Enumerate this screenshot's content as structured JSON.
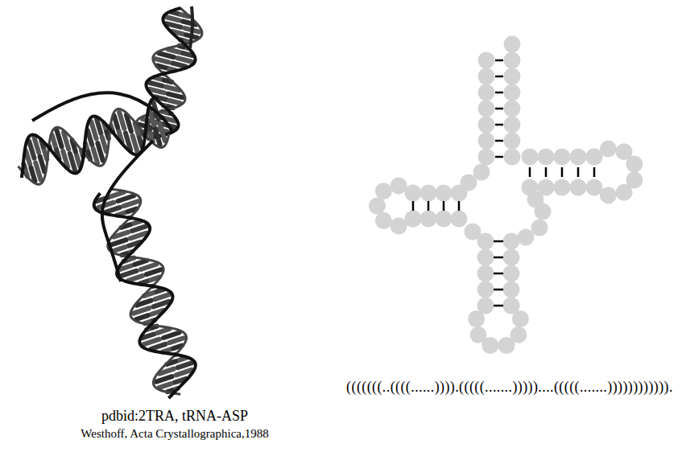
{
  "diagram": {
    "labels": [
      "pdbid:2TRA, tRNA-ASP",
      "Westhoff, Acta Crystallographica,1988",
      "(((((((..((((......)))).(((((.......)))))....(((((.......))))))))))))."
    ]
  }
}
